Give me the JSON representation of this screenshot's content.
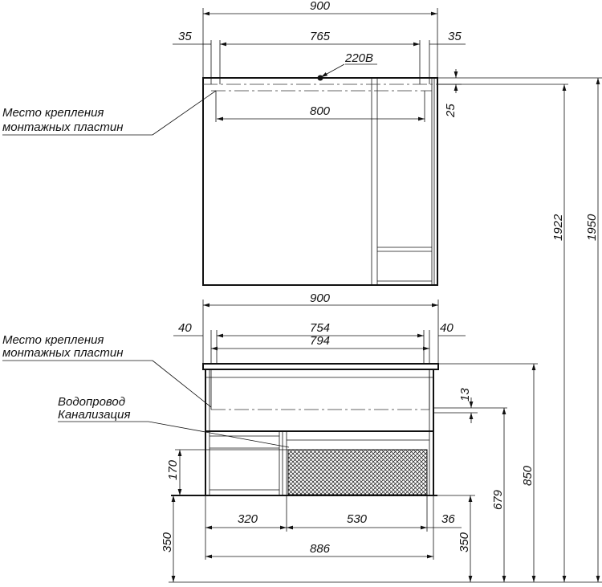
{
  "labels": {
    "mount_plates_top_line1": "Место крепления",
    "mount_plates_top_line2": "монтажных пластин",
    "mount_plates_bottom_line1": "Место крепления",
    "mount_plates_bottom_line2": "монтажных пластин",
    "water_supply": "Водопровод",
    "sewage": "Канализация",
    "power": "220В"
  },
  "dimensions": {
    "top_width": "900",
    "top_left_offset": "35",
    "top_plate_span": "765",
    "top_right_offset": "35",
    "top_inner": "800",
    "top_plate_height": "25",
    "height_1922": "1922",
    "height_1950": "1950",
    "bottom_width": "900",
    "bottom_left_offset": "40",
    "bottom_plate_span": "754",
    "bottom_inner": "794",
    "bottom_right_offset": "40",
    "bottom_plate_height": "13",
    "height_850": "850",
    "height_679": "679",
    "right_350": "350",
    "left_350": "350",
    "drain_170": "170",
    "width_320": "320",
    "width_530": "530",
    "width_36": "36",
    "body_886": "886"
  }
}
